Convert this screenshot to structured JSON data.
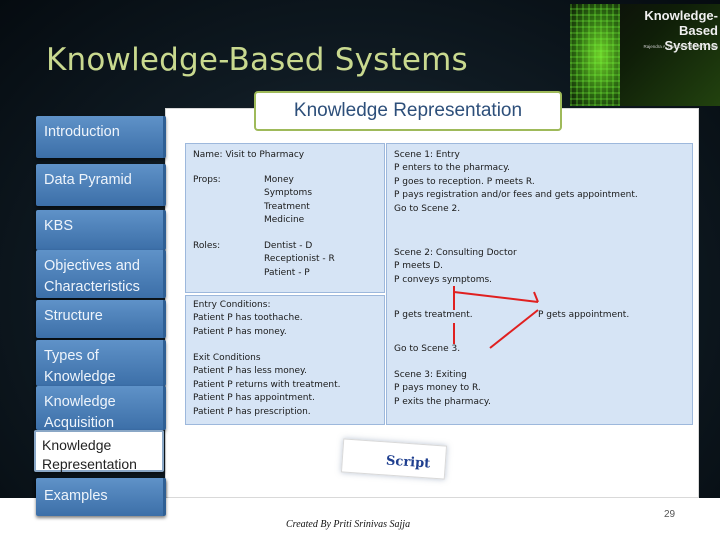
{
  "slide": {
    "title": "Knowledge-Based  Systems",
    "heading": "Knowledge Representation",
    "page_number": "29",
    "credit": "Created By Priti Srinivas Sajja"
  },
  "book_cover": {
    "title_line1": "Knowledge-Based",
    "title_line2": "Systems",
    "authors": "Rajendra A. Akerkar and Priti S. Sajja"
  },
  "sidebar": {
    "items": [
      {
        "label": "Introduction"
      },
      {
        "label": "Data Pyramid"
      },
      {
        "label": "KBS"
      },
      {
        "label": "Objectives and Characteristics"
      },
      {
        "label": "Structure"
      },
      {
        "label": "Types of Knowledge"
      },
      {
        "label": "Knowledge Acquisition"
      },
      {
        "label": "Knowledge Representation"
      },
      {
        "label": "Examples"
      }
    ]
  },
  "script": {
    "name_line": "Name: Visit to Pharmacy",
    "props_label": "Props:",
    "props": [
      "Money",
      "Symptoms",
      "Treatment",
      "Medicine"
    ],
    "roles_label": "Roles:",
    "roles": [
      "Dentist - D",
      "Receptionist - R",
      "Patient - P"
    ],
    "entry_title": "Entry Conditions:",
    "entry": [
      "Patient P has toothache.",
      "Patient P has money."
    ],
    "exit_title": "Exit Conditions",
    "exit": [
      "Patient P has less money.",
      "Patient P returns with treatment.",
      "Patient P has appointment.",
      "Patient P has prescription."
    ],
    "scene1": {
      "title": "Scene 1: Entry",
      "lines": [
        "P enters to the pharmacy.",
        "P goes to reception. P meets R.",
        "P pays registration and/or fees and gets appointment.",
        "Go to Scene 2."
      ]
    },
    "scene2": {
      "title": "Scene 2: Consulting Doctor",
      "lines": [
        "P meets D.",
        "P conveys symptoms."
      ],
      "branch_left": "P gets treatment.",
      "branch_right": "P gets appointment.",
      "goto": "Go to Scene 3."
    },
    "scene3": {
      "title": "Scene 3: Exiting",
      "lines": [
        "P pays money to R.",
        "P exits the pharmacy."
      ]
    },
    "badge": "Script"
  },
  "colors": {
    "title": "#c9d98f",
    "sidebar": "#4a7fb8",
    "panel": "#d6e4f5",
    "arrow": "#e02020",
    "heading_border": "#9fba5a"
  }
}
